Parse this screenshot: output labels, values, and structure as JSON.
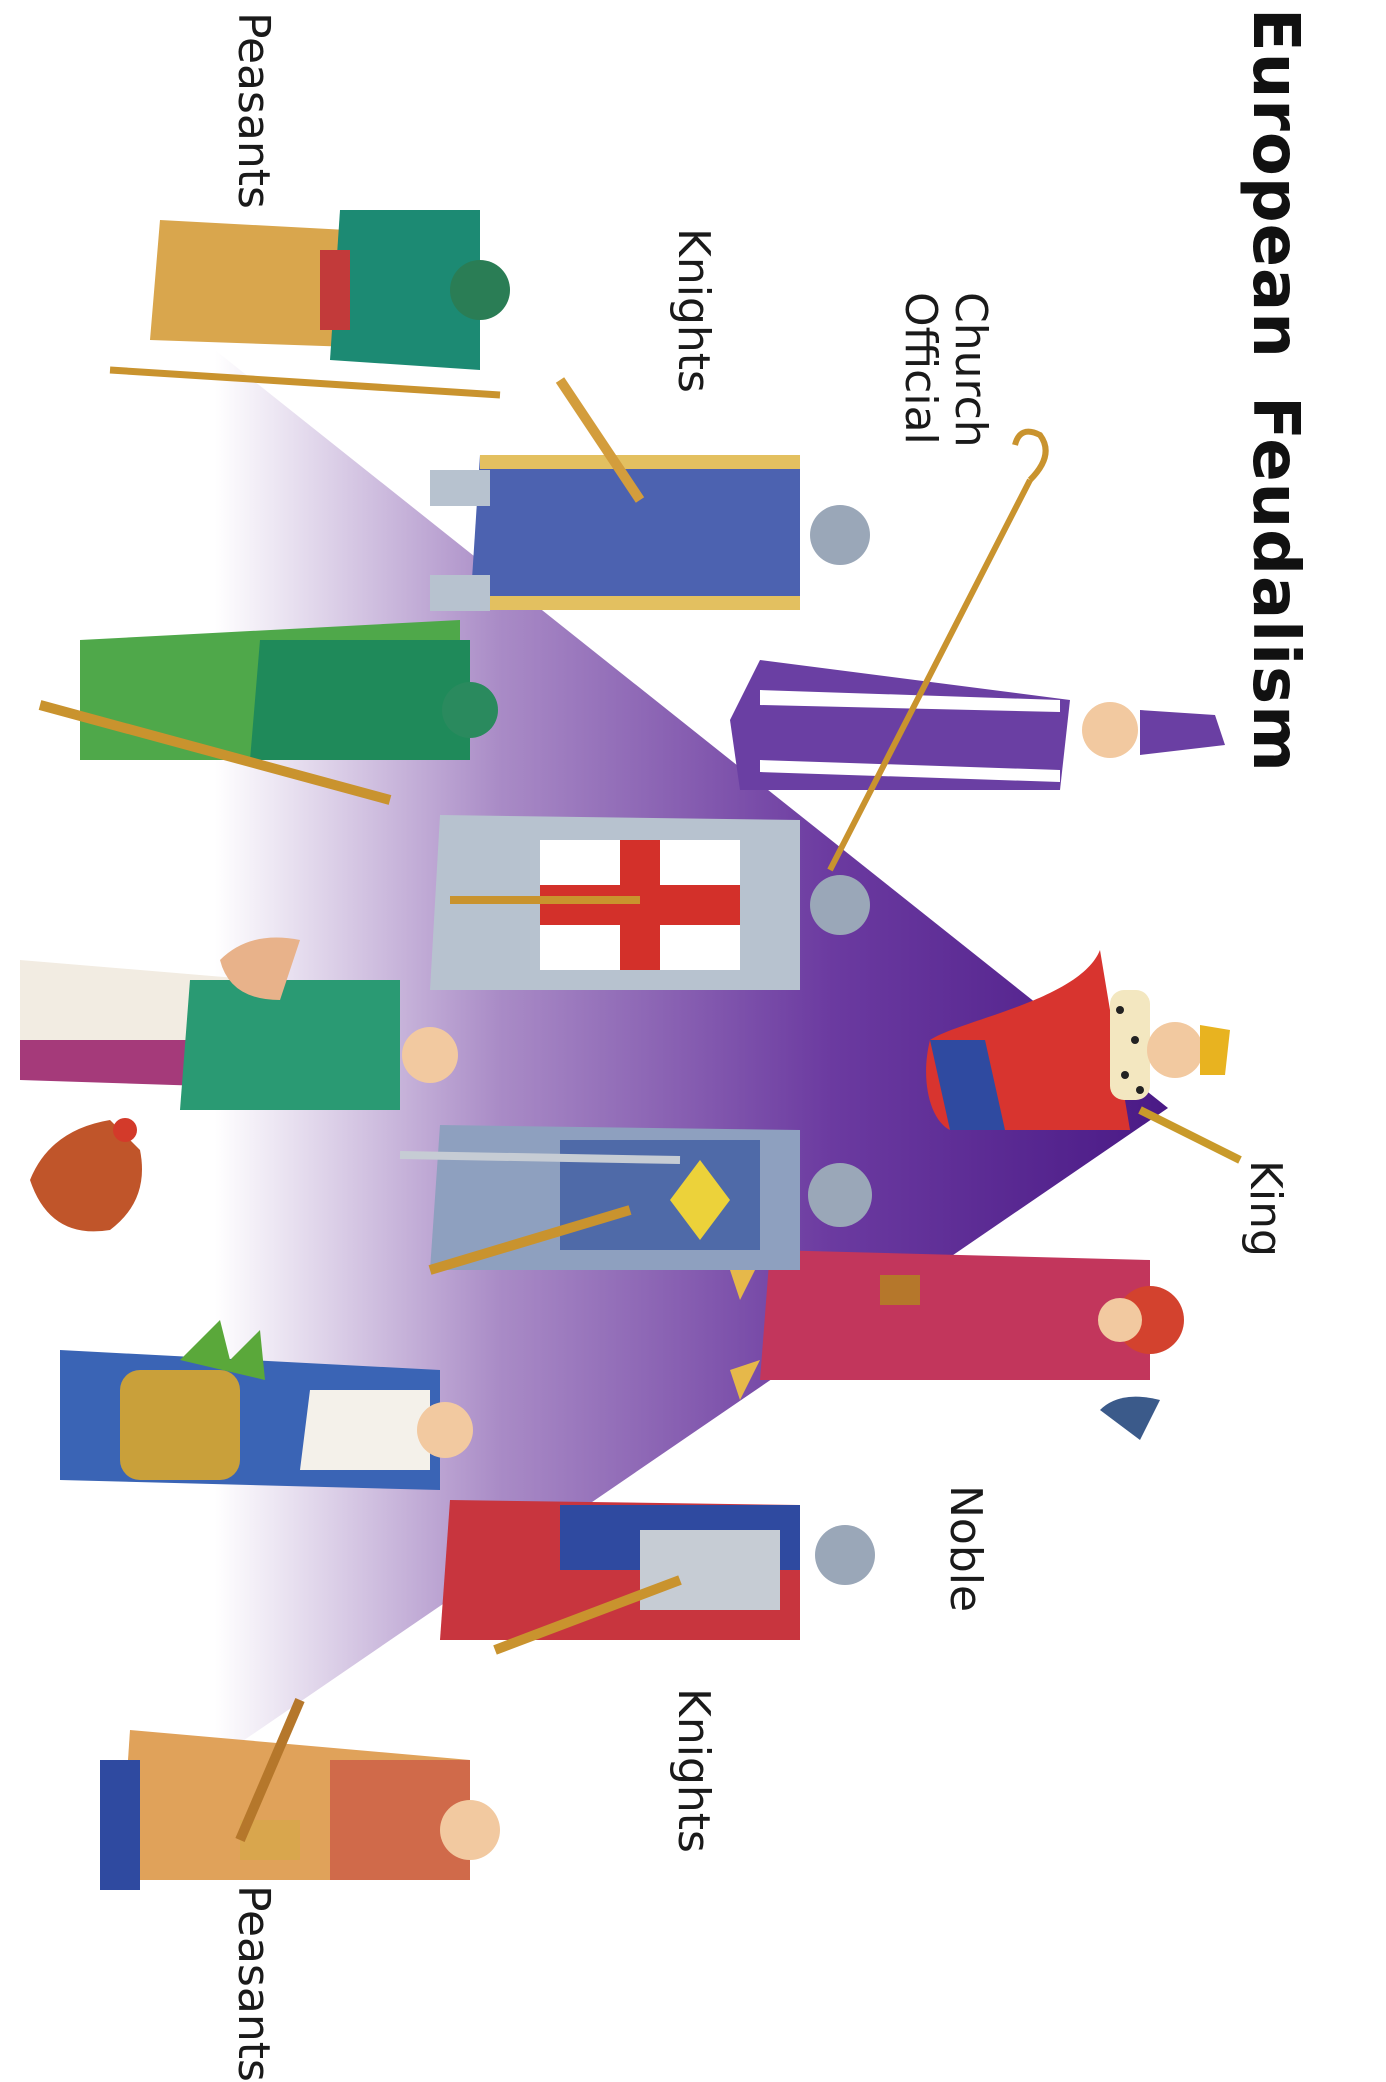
{
  "title": "European Feudalism",
  "ranks": {
    "king": "King",
    "noble": "Noble",
    "church_official_line1": "Church",
    "church_official_line2": "Official",
    "knights_top": "Knights",
    "knights_bottom": "Knights",
    "peasants_top": "Peasants",
    "peasants_bottom": "Peasants"
  },
  "colors": {
    "pyramid_apex": "#4f1f8a",
    "pyramid_base": "#ffffff",
    "text": "#1a1a1a"
  },
  "figures": [
    "king-figure",
    "noble-figure",
    "church-official-figure",
    "knight-figure",
    "knight-figure",
    "knight-figure",
    "knight-figure",
    "peasant-figure",
    "peasant-figure",
    "peasant-figure",
    "peasant-figure",
    "peasant-figure",
    "rooster-icon"
  ]
}
